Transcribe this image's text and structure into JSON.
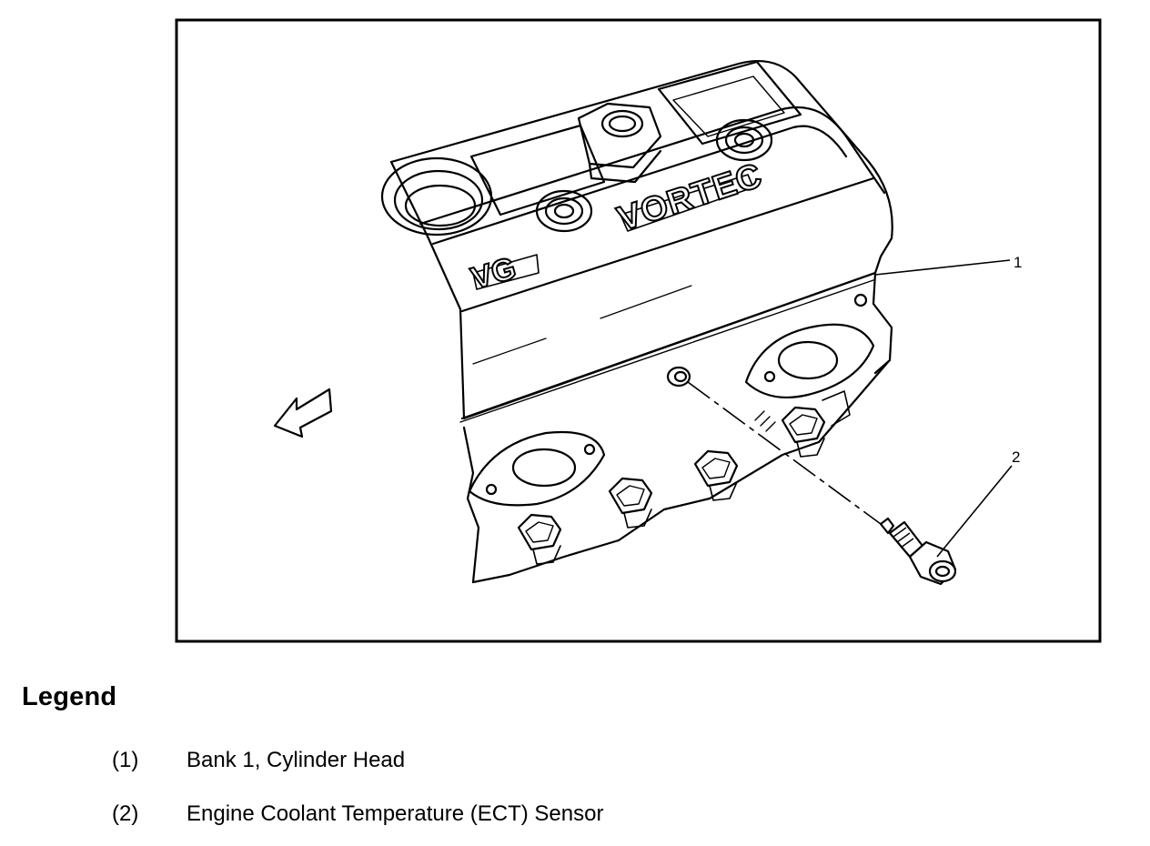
{
  "diagram": {
    "callouts": [
      "1",
      "2"
    ],
    "engraved_text": [
      "VORTEC",
      "VG"
    ],
    "colors": {
      "line": "#000000",
      "background": "#ffffff"
    }
  },
  "legend": {
    "heading": "Legend",
    "items": [
      {
        "number": "(1)",
        "label": "Bank 1, Cylinder Head"
      },
      {
        "number": "(2)",
        "label": "Engine Coolant Temperature (ECT) Sensor"
      }
    ]
  }
}
